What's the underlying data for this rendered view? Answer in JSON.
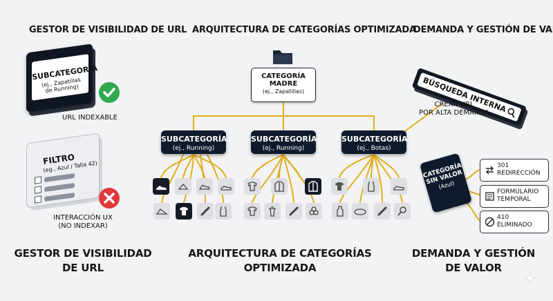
{
  "left": {
    "title": "GESTOR DE VISIBILIDAD DE URL",
    "card1": {
      "title": "SUBCATEGORÍA",
      "subtitle": "(ej., Zapatillas de Running)"
    },
    "card1_caption": "URL INDEXABLE",
    "card2": {
      "title": "FILTRO",
      "subtitle": "(eg., Azul / Talla 42)"
    },
    "card2_caption_1": "INTERACCIÓN UX",
    "card2_caption_2": "(NO INDEXAR)",
    "footer_1": "GESTOR DE VISIBILIDAD",
    "footer_2": "DE URL",
    "check_color": "#2fa84f",
    "cross_color": "#e0393e"
  },
  "center": {
    "title": "ARQUITECTURA DE CATEGORÍAS OPTIMIZADA",
    "parent": {
      "line1": "CATEGORÍA",
      "line2": "MADRE",
      "example": "(ej., Zapatillas)"
    },
    "subcategories": [
      {
        "title": "SUBCATEGORÍA",
        "example": "(ej., Running)"
      },
      {
        "title": "SUBCATEGORÍA",
        "example": "(ej., Running)"
      },
      {
        "title": "SUBCATEGORÍA",
        "example": "(ej., Botas)"
      }
    ],
    "footer_1": "ARQUITECTURA DE CATEGORÍAS",
    "footer_2": "OPTIMIZADA",
    "connector_color": "#e1ad1a",
    "folder_icon": "folder-icon",
    "product_icons": [
      "sneaker",
      "hiker",
      "sneaker",
      "sneaker",
      "tshirt",
      "jacket",
      "jacket",
      "tshirt",
      "tank-top",
      "sneaker",
      "shirt",
      "tshirt",
      "tape",
      "tank-top",
      "tshirt",
      "trash",
      "tape",
      "stones",
      "bottle",
      "bowl",
      "tape",
      "magnifier"
    ]
  },
  "right": {
    "title": "DEMANDA Y GESTIÓN DE VALOR",
    "search_text": "BÚSQUEDA INTERNA",
    "create_1": "CREAR URL",
    "create_2": "POR ALTA DEMANDA",
    "nv": {
      "line1": "CATEGORÍA",
      "line2": "SIN VALOR",
      "line3": "(Azul)"
    },
    "options": [
      {
        "icon": "redirect-icon",
        "line1": "301",
        "line2": "REDIRECCIÓN"
      },
      {
        "icon": "form-icon",
        "line1": "FORMULARIO",
        "line2": "TEMPORAL"
      },
      {
        "icon": "deleted-icon",
        "line1": "410",
        "line2": "ELIMINADO"
      }
    ],
    "footer_1": "DEMANDA Y GESTIÓN",
    "footer_2": "DE VALOR"
  }
}
